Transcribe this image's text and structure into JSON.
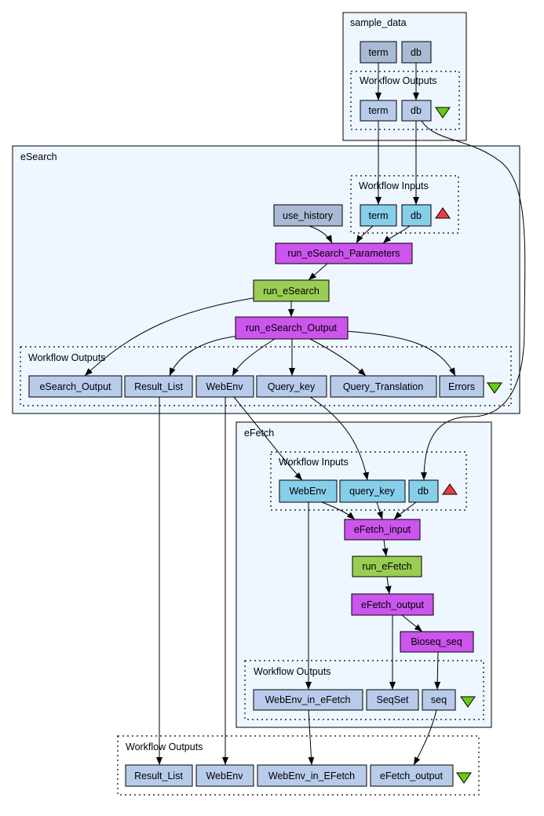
{
  "colors": {
    "cluster_fill": "#eef6ff",
    "constant": "#a9bbd4",
    "workflow_port": "#b8cbea",
    "input_port": "#87ceeb",
    "processor": "#cc55ee",
    "beanshell": "#9acd53",
    "output_triangle": "#66cc11",
    "input_triangle": "#ee3b3b"
  },
  "clusters": {
    "sample_data": {
      "title": "sample_data"
    },
    "sample_outputs": {
      "title": "Workflow Outputs"
    },
    "esearch": {
      "title": "eSearch"
    },
    "esearch_inputs": {
      "title": "Workflow Inputs"
    },
    "esearch_outputs": {
      "title": "Workflow Outputs"
    },
    "efetch": {
      "title": "eFetch"
    },
    "efetch_inputs": {
      "title": "Workflow Inputs"
    },
    "efetch_outputs": {
      "title": "Workflow Outputs"
    },
    "main_outputs": {
      "title": "Workflow Outputs"
    }
  },
  "nodes": {
    "sd_term": "term",
    "sd_db": "db",
    "sdo_term": "term",
    "sdo_db": "db",
    "es_term": "term",
    "es_db": "db",
    "use_history": "use_history",
    "run_esearch_parameters": "run_eSearch_Parameters",
    "run_esearch": "run_eSearch",
    "run_esearch_output": "run_eSearch_Output",
    "eso_esearch_output": "eSearch_Output",
    "eso_result_list": "Result_List",
    "eso_webenv": "WebEnv",
    "eso_query_key": "Query_key",
    "eso_query_translation": "Query_Translation",
    "eso_errors": "Errors",
    "ef_webenv": "WebEnv",
    "ef_query_key": "query_key",
    "ef_db": "db",
    "efetch_input": "eFetch_input",
    "run_efetch": "run_eFetch",
    "efetch_output": "eFetch_output",
    "bioseq_seq": "Bioseq_seq",
    "efo_webenv_in_efetch": "WebEnv_in_eFetch",
    "efo_seqset": "SeqSet",
    "efo_seq": "seq",
    "mo_result_list": "Result_List",
    "mo_webenv": "WebEnv",
    "mo_webenv_in_efetch": "WebEnv_in_EFetch",
    "mo_efetch_output": "eFetch_output"
  },
  "edges": [
    [
      "sd_term",
      "sdo_term"
    ],
    [
      "sd_db",
      "sdo_db"
    ],
    [
      "sdo_term",
      "es_term"
    ],
    [
      "sdo_db",
      "es_db"
    ],
    [
      "sdo_db",
      "ef_db"
    ],
    [
      "use_history",
      "run_esearch_parameters"
    ],
    [
      "es_term",
      "run_esearch_parameters"
    ],
    [
      "es_db",
      "run_esearch_parameters"
    ],
    [
      "run_esearch_parameters",
      "run_esearch"
    ],
    [
      "run_esearch",
      "run_esearch_output"
    ],
    [
      "run_esearch",
      "eso_esearch_output"
    ],
    [
      "run_esearch_output",
      "eso_result_list"
    ],
    [
      "run_esearch_output",
      "eso_webenv"
    ],
    [
      "run_esearch_output",
      "eso_query_key"
    ],
    [
      "run_esearch_output",
      "eso_query_translation"
    ],
    [
      "run_esearch_output",
      "eso_errors"
    ],
    [
      "eso_webenv",
      "ef_webenv"
    ],
    [
      "eso_query_key",
      "ef_query_key"
    ],
    [
      "eso_result_list",
      "mo_result_list"
    ],
    [
      "eso_webenv",
      "mo_webenv"
    ],
    [
      "ef_webenv",
      "efetch_input"
    ],
    [
      "ef_query_key",
      "efetch_input"
    ],
    [
      "ef_db",
      "efetch_input"
    ],
    [
      "efetch_input",
      "run_efetch"
    ],
    [
      "run_efetch",
      "efetch_output"
    ],
    [
      "efetch_output",
      "bioseq_seq"
    ],
    [
      "efetch_output",
      "efo_seqset"
    ],
    [
      "bioseq_seq",
      "efo_seq"
    ],
    [
      "ef_webenv",
      "efo_webenv_in_efetch"
    ],
    [
      "efo_webenv_in_efetch",
      "mo_webenv_in_efetch"
    ],
    [
      "efo_seq",
      "mo_efetch_output"
    ]
  ]
}
